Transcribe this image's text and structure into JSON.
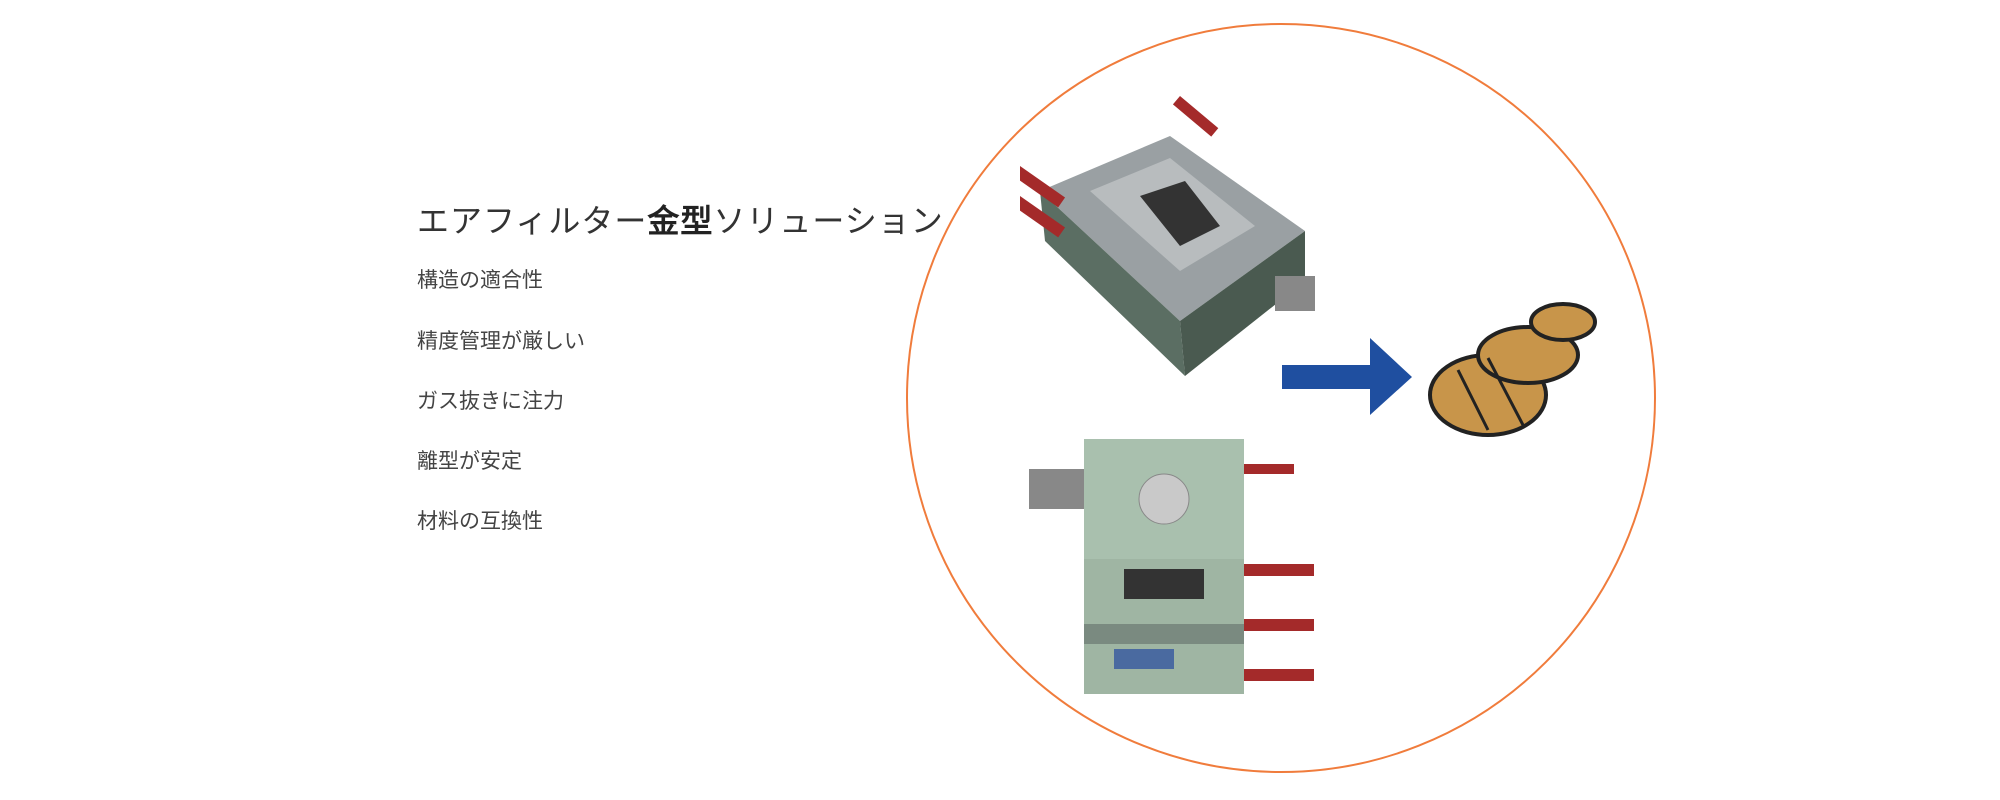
{
  "title": {
    "prefix": "エアフィルター",
    "bold": "金型",
    "suffix": "ソリューション"
  },
  "features": [
    "構造の適合性",
    "精度管理が厳しい",
    "ガス抜きに注力",
    "離型が安定",
    "材料の互換性"
  ],
  "colors": {
    "circle": "#f07c3c",
    "arrow": "#1f4fa0",
    "text": "#333333"
  },
  "images": [
    "mold-open-image",
    "mold-closed-image",
    "air-filter-product-image"
  ]
}
